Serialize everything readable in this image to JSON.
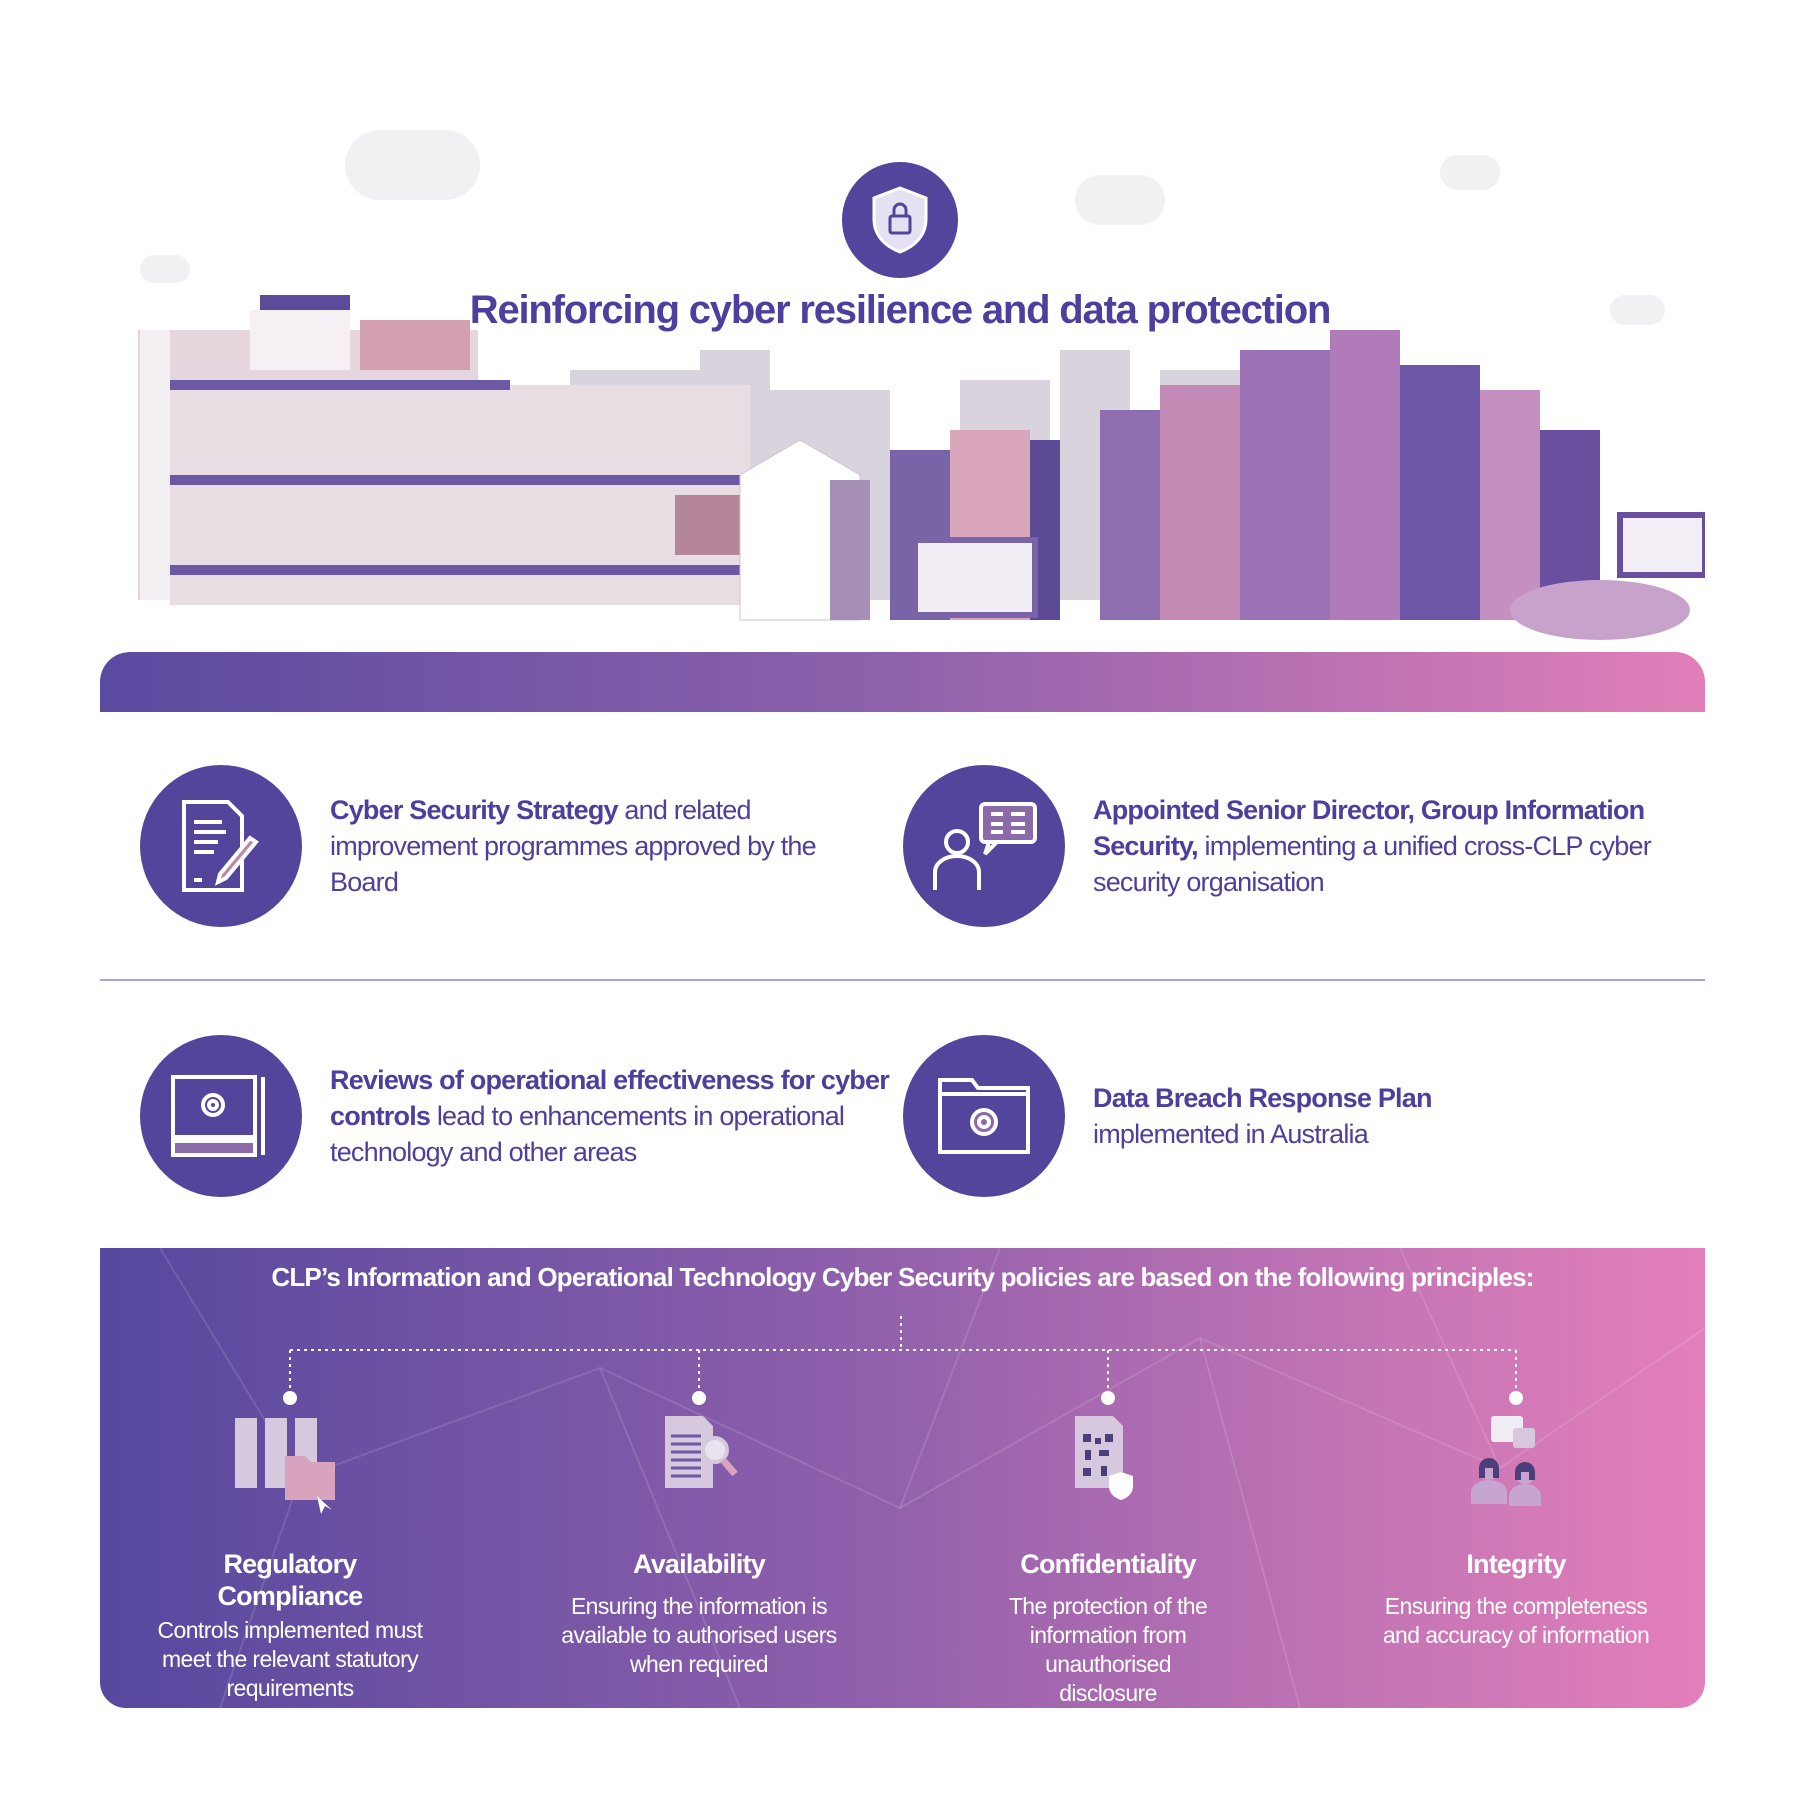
{
  "header": {
    "title": "Reinforcing cyber resilience and data protection",
    "icon": "shield-lock-icon"
  },
  "features": [
    {
      "icon": "document-pencil-icon",
      "bold": "Cyber Security Strategy",
      "text": " and related improvement programmes approved by the Board"
    },
    {
      "icon": "person-database-icon",
      "bold": "Appointed Senior Director, Group Information Security,",
      "text": " implementing a unified cross-CLP cyber security organisation"
    },
    {
      "icon": "blueprint-gear-icon",
      "bold": "Reviews of operational effectiveness for cyber controls",
      "text": " lead to enhancements in operational technology and other areas"
    },
    {
      "icon": "folder-gear-icon",
      "bold": "Data Breach Response Plan",
      "text": " implemented in Australia"
    }
  ],
  "principles": {
    "title": "CLP’s Information and Operational Technology Cyber Security policies are based on the following principles:",
    "items": [
      {
        "icon": "servers-folder-icon",
        "name": "Regulatory Compliance",
        "desc": "Controls implemented must meet the relevant statutory requirements"
      },
      {
        "icon": "document-search-icon",
        "name": "Availability",
        "desc": "Ensuring the information is available to authorised users when required"
      },
      {
        "icon": "qr-document-lock-icon",
        "name": "Confidentiality",
        "desc": "The protection of the information from unauthorised disclosure"
      },
      {
        "icon": "people-chat-icon",
        "name": "Integrity",
        "desc": "Ensuring the completeness and accuracy of information"
      }
    ]
  },
  "colors": {
    "primary": "#53449c",
    "pink": "#e27fb9"
  }
}
